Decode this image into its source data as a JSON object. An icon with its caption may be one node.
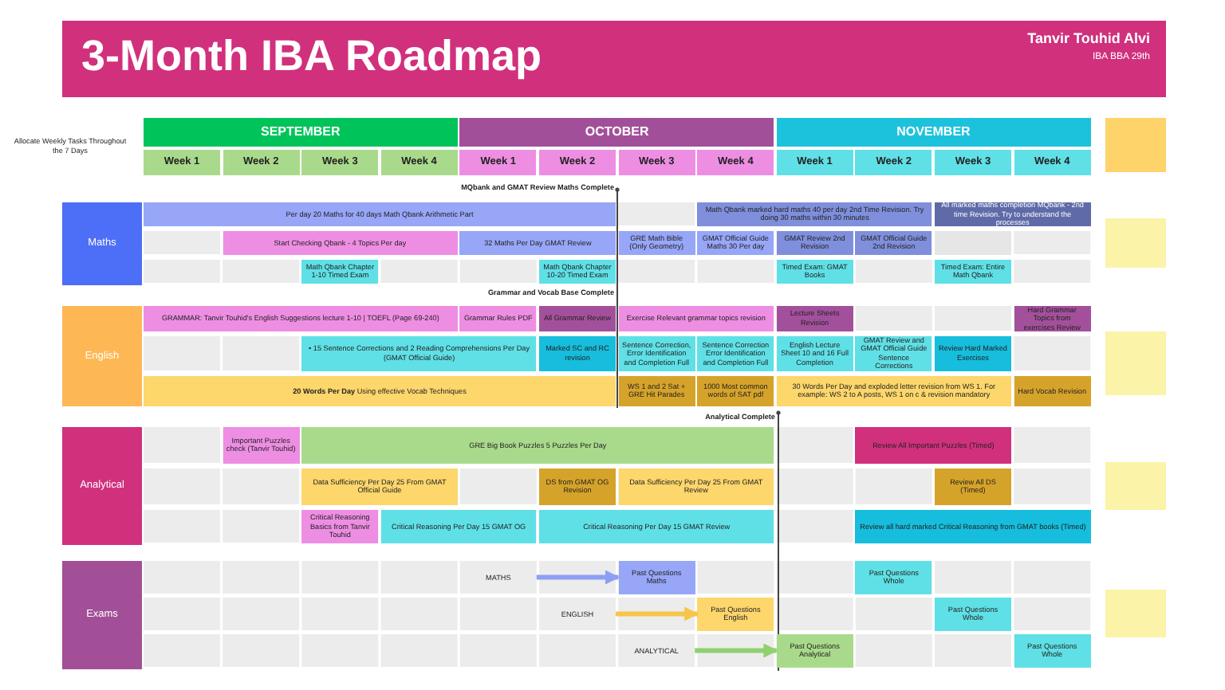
{
  "diagram": {
    "title": "3-Month IBA Roadmap",
    "nodes": [
      {
        "text": [
          "Tanvir Touhid Alvi",
          "IBA BBA 29th"
        ]
      },
      {
        "text": [
          "SEPTEMBER"
        ]
      },
      {
        "text": [
          "OCTOBER"
        ]
      },
      {
        "text": [
          "NOVEMBER"
        ]
      },
      {
        "text": [
          "Week 1"
        ]
      },
      {
        "text": [
          "Week 2"
        ]
      },
      {
        "text": [
          "Week 3"
        ]
      },
      {
        "text": [
          "Week 4"
        ]
      },
      {
        "text": [
          "Week 1"
        ]
      },
      {
        "text": [
          "Week 2"
        ]
      },
      {
        "text": [
          "Week 3"
        ]
      },
      {
        "text": [
          "Week 4"
        ]
      },
      {
        "text": [
          "Week 1"
        ]
      },
      {
        "text": [
          "Week 2"
        ]
      },
      {
        "text": [
          "Week 3"
        ]
      },
      {
        "text": [
          "Week 4"
        ]
      },
      {
        "text": [
          "Maths"
        ]
      },
      {
        "text": [
          "Per day 20 Maths for 40 days Math Qbank Arithmetic Part"
        ]
      },
      {
        "text": [
          "Math Qbank marked hard maths 40 per day 2nd Time Revision. Try doing 30 maths within 30 minutes"
        ]
      },
      {
        "text": [
          "All marked maths completion MQbank - 2nd time Revision. Try to understand the processes"
        ]
      },
      {
        "text": [
          "Start Checking Qbank - 4 Topics Per day"
        ]
      },
      {
        "text": [
          "32 Maths Per Day GMAT Review"
        ]
      },
      {
        "text": [
          "GRE Math Bible (Only Geometry)"
        ]
      },
      {
        "text": [
          "GMAT Official Guide Maths 30 Per day"
        ]
      },
      {
        "text": [
          "GMAT Review 2nd Revision"
        ]
      },
      {
        "text": [
          "GMAT Official Guide 2nd Revision"
        ]
      },
      {
        "text": [],
        "shape": "box"
      },
      {
        "text": [
          "Math Qbank Chapter 1-10 Timed Exam"
        ]
      },
      {
        "text": [
          "Math Qbank Chapter 10-20 Timed Exam"
        ]
      },
      {
        "text": [
          "Timed Exam: GMAT Books"
        ]
      },
      {
        "text": [
          "Timed Exam: Entire Math Qbank"
        ]
      },
      {
        "text": [
          "English"
        ]
      },
      {
        "text": [
          "GRAMMAR: Tanvir Touhid's English Suggestions lecture 1-10 | TOEFL (Page 69-240)"
        ]
      },
      {
        "text": [
          "Grammar Rules PDF"
        ]
      },
      {
        "text": [
          "All Grammar Review"
        ]
      },
      {
        "text": [
          "Exercise Relevant grammar topics revision"
        ]
      },
      {
        "text": [
          "Lecture Sheets Revision"
        ]
      },
      {
        "text": [
          "Hard Grammar Topics from exercises Review"
        ]
      },
      {
        "text": [
          "• 15 Sentence Corrections and 2 Reading Comprehensions Per Day (GMAT Official Guide)"
        ]
      },
      {
        "text": [
          "Marked SC and RC revision"
        ]
      },
      {
        "text": [
          "Sentence Correction, Error Identification and Completion Full"
        ]
      },
      {
        "text": [
          "Sentence Correction Error Identification and Completion Full"
        ]
      },
      {
        "text": [
          "English Lecture Sheet 10 and 16 Full Completion"
        ]
      },
      {
        "text": [
          "GMAT Review and GMAT Official Guide Sentence Corrections"
        ]
      },
      {
        "text": [
          "Review Hard Marked Exercises"
        ]
      },
      {
        "text": [
          "**20 Words Per Day** Using effective Vocab Techniques"
        ]
      },
      {
        "text": [
          "WS 1 and 2 Sat + GRE Hit Parades"
        ]
      },
      {
        "text": [
          "1000 Most common words of SAT pdf"
        ]
      },
      {
        "text": [
          "30 Words Per Day and exploded letter revision from WS 1. For example: WS 2 to A posts, WS 1 on c & revision mandatory"
        ]
      },
      {
        "text": [
          "Hard Vocab Revision"
        ]
      },
      {
        "text": [
          "Analytical"
        ]
      },
      {
        "text": [
          "Important Puzzles check (Tanvir Touhid)"
        ]
      },
      {
        "text": [
          "GRE Big Book Puzzles 5 Puzzles Per Day"
        ]
      },
      {
        "text": [
          "Review All Important Puzzles (Timed)"
        ]
      },
      {
        "text": [
          "Data Sufficiency Per Day 25 From GMAT Official Guide"
        ]
      },
      {
        "text": [
          "DS from GMAT OG Revision"
        ]
      },
      {
        "text": [
          "Data Sufficiency Per Day 25 From GMAT Review"
        ]
      },
      {
        "text": [
          "Review All DS (Timed)"
        ]
      },
      {
        "text": [
          "Critical Reasoning Basics from Tanvir Touhid"
        ]
      },
      {
        "text": [
          "Critical Reasoning Per Day 15 GMAT OG"
        ]
      },
      {
        "text": [
          "Critical Reasoning Per Day 15 GMAT Review"
        ]
      },
      {
        "text": [
          "Review all hard marked Critical Reasoning from GMAT books (Timed)"
        ]
      },
      {
        "text": [
          "Exams"
        ]
      },
      {
        "text": [
          "MATHS"
        ]
      },
      {
        "text": [
          "Past Questions Maths"
        ]
      },
      {
        "text": [
          "Past Questions Whole"
        ]
      },
      {
        "text": [
          "ENGLISH"
        ]
      },
      {
        "text": [
          "Past Questions English"
        ]
      },
      {
        "text": [
          "Past Questions Whole"
        ]
      },
      {
        "text": [
          "ANALYTICAL"
        ]
      },
      {
        "text": [
          "Past Questions Analytical"
        ]
      },
      {
        "text": [
          "Past Questions Whole"
        ]
      }
    ],
    "edges": [
      {
        "from": 63,
        "to": 64,
        "arrow": "to",
        "color": "#8d9ff5"
      },
      {
        "from": 66,
        "to": 67,
        "arrow": "to",
        "color": "#f7c548"
      },
      {
        "from": 69,
        "to": 70,
        "arrow": "to",
        "color": "#8fd170"
      }
    ],
    "labels": [
      "Allocate Weekly Tasks Throughout the 7 Days",
      "MQbank and GMAT Review Maths Complete",
      "Grammar and Vocab Base Complete",
      "Analytical Complete"
    ]
  }
}
